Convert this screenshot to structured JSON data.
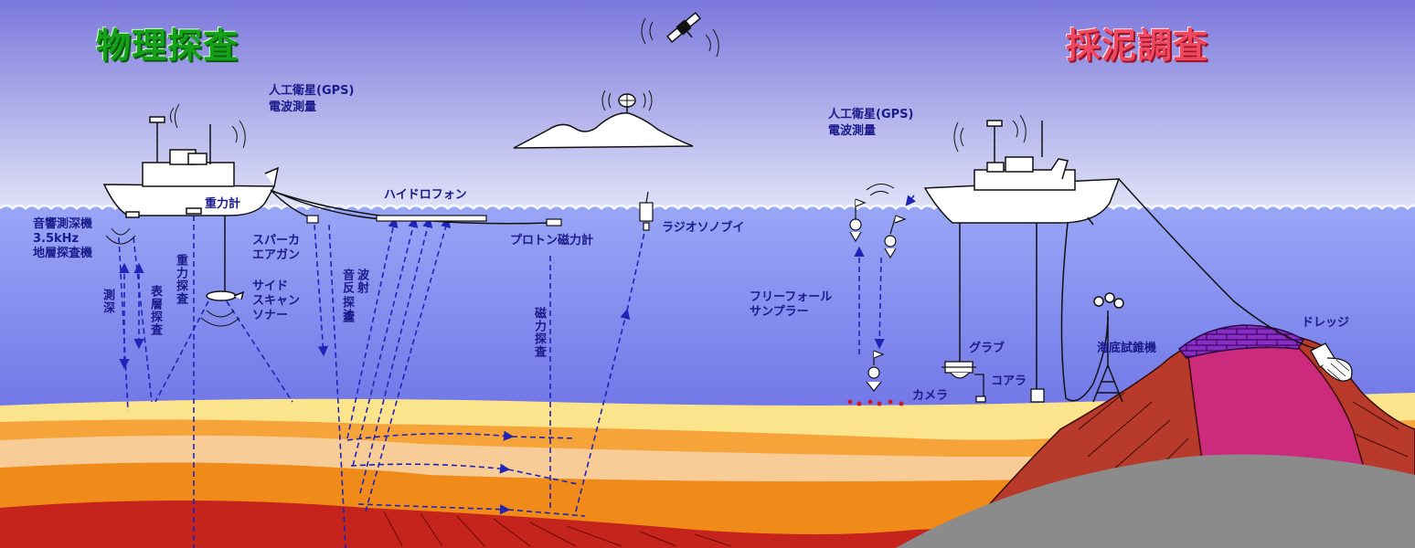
{
  "titles": {
    "physical": "物理探査",
    "sampling": "採泥調査"
  },
  "labels": {
    "gps_left_1": "人工衛星(GPS)",
    "gps_left_2": "電波測量",
    "gps_right_1": "人工衛星(GPS)",
    "gps_right_2": "電波測量",
    "gravimeter": "重力計",
    "echo_1": "音響測深機",
    "echo_2": "3.5kHz",
    "echo_3": "地層探査機",
    "sparker_1": "スパーカ",
    "sparker_2": "エアガン",
    "hydrophone": "ハイドロフォン",
    "proton_mag": "プロトン磁力計",
    "radio_buoy": "ラジオソノブイ",
    "sidescan_1": "サイド",
    "sidescan_2": "スキャン",
    "sidescan_3": "ソナー",
    "freefall_1": "フリーフォール",
    "freefall_2": "サンプラー",
    "grab": "グラブ",
    "corer": "コアラ",
    "camera": "カメラ",
    "penetrometer": "海底試錐機",
    "dredge": "ドレッジ"
  },
  "vertical_labels": {
    "sounding": "測深",
    "surface_layer": "表層探査",
    "gravity": "重力探査",
    "seismic_1": "音反",
    "seismic_2": "波射",
    "seismic_3": "探法",
    "seismic_4": "査",
    "magnetic": "磁力探査"
  },
  "colors": {
    "sky_top": "#7b78dc",
    "sky_bottom": "#d9dbf5",
    "sea_top": "#8e9cf5",
    "sea_bottom": "#6d72e6",
    "wave": "#f4f5ff",
    "sand": "#fbe48b",
    "layer_orange": "#f6a43a",
    "layer_tan": "#f8cc96",
    "layer_deep": "#f08a18",
    "crust_red": "#c4241c",
    "seamount": "#b83a2a",
    "magma": "#cc2a7c",
    "cap": "#8a2cc8",
    "rock_gray": "#8b8b8b",
    "path_line": "#1e24b8",
    "label_text": "#1a1a8c",
    "title_green": "#14a318",
    "title_red": "#f04860"
  }
}
